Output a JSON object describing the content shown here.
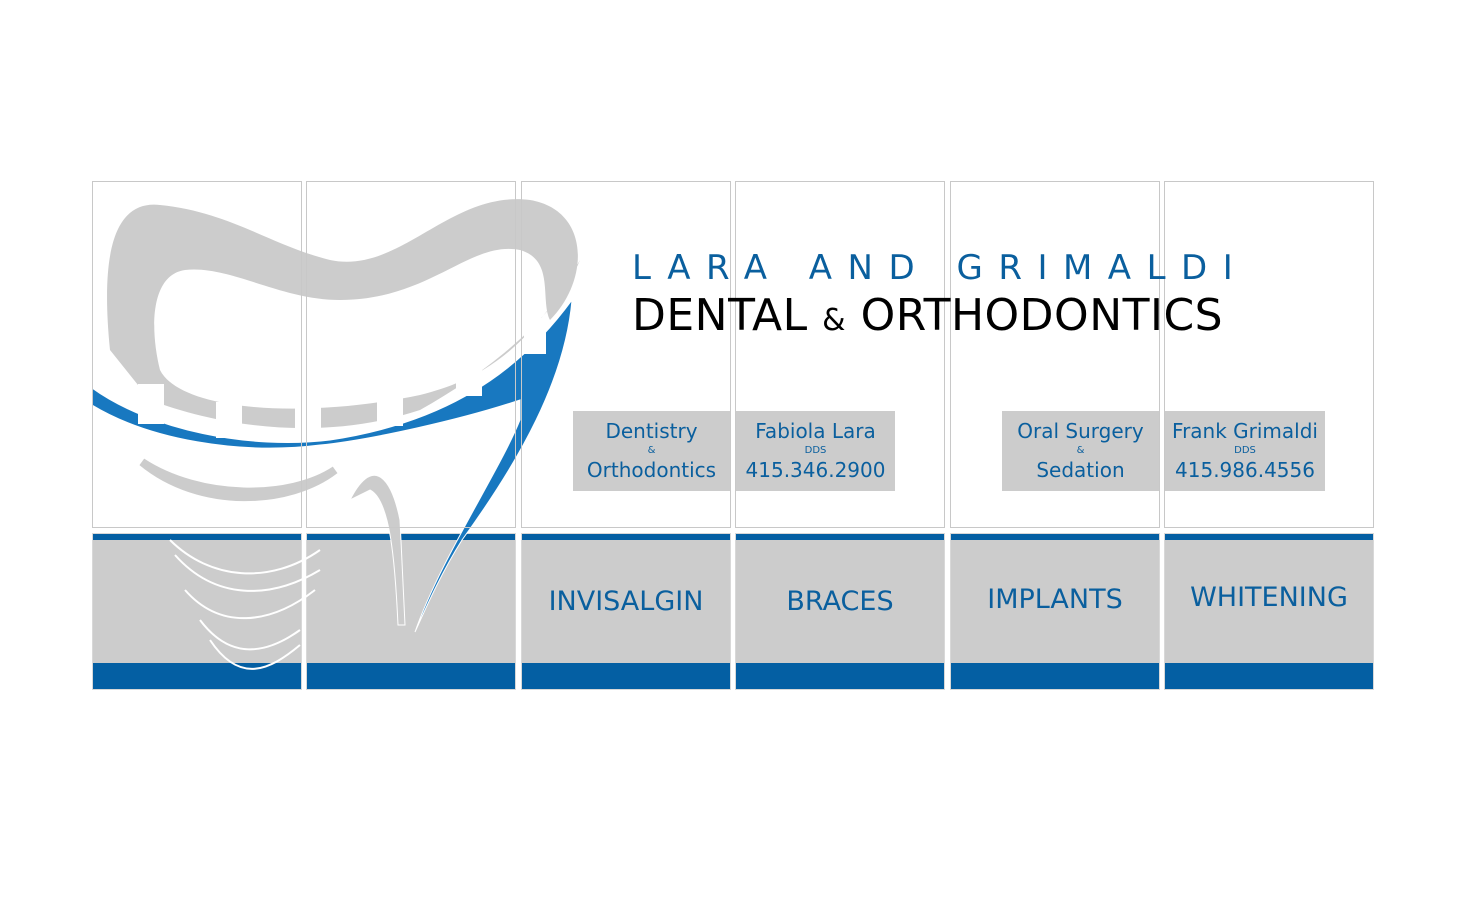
{
  "brand": {
    "line1": "LARA AND GRIMALDI",
    "line2_a": "DENTAL",
    "line2_amp": "&",
    "line2_b": "ORTHODONTICS"
  },
  "cards": [
    {
      "l1": "Dentistry",
      "l2": "&",
      "l3": "Orthodontics"
    },
    {
      "l1": "Fabiola Lara",
      "l2": "DDS",
      "l3": "415.346.2900"
    },
    {
      "l1": "Oral Surgery",
      "l2": "&",
      "l3": "Sedation"
    },
    {
      "l1": "Frank Grimaldi",
      "l2": "DDS",
      "l3": "415.986.4556"
    }
  ],
  "services": [
    "INVISALGIN",
    "BRACES",
    "IMPLANTS",
    "WHITENING"
  ],
  "colors": {
    "blue": "#1878c0",
    "dark_blue": "#045fa3",
    "grey": "#cccccc",
    "text_blue": "#0a5f9e"
  }
}
